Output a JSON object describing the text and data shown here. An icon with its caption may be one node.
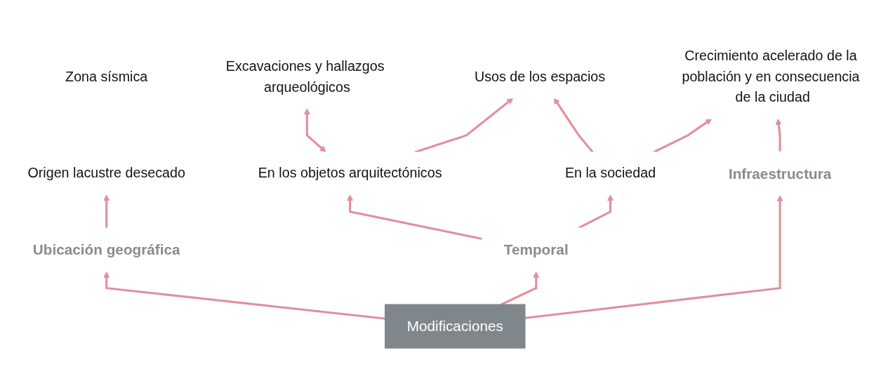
{
  "diagram": {
    "nodes": [
      {
        "text": [
          "Modificaciones"
        ]
      },
      {
        "text": [
          "Ubicación geográfica"
        ]
      },
      {
        "text": [
          "Temporal"
        ]
      },
      {
        "text": [
          "Infraestructura"
        ]
      },
      {
        "text": [
          "Origen lacustre desecado"
        ]
      },
      {
        "text": [
          "Zona sísmica"
        ]
      },
      {
        "text": [
          "Excavaciones y hallazgos arqueológicos"
        ]
      },
      {
        "text": [
          "En los objetos arquitectónicos"
        ]
      },
      {
        "text": [
          "En la sociedad"
        ]
      },
      {
        "text": [
          "Usos de los espacios"
        ]
      },
      {
        "text": [
          "Crecimiento acelerado de la población y en consecuencia de la ciudad"
        ]
      }
    ],
    "edges": [
      {
        "from": 0,
        "to": 1,
        "arrow": "to"
      },
      {
        "from": 0,
        "to": 2,
        "arrow": "to"
      },
      {
        "from": 0,
        "to": 3,
        "arrow": "to"
      },
      {
        "from": 1,
        "to": 4,
        "arrow": "to"
      },
      {
        "from": 2,
        "to": 7,
        "arrow": "to"
      },
      {
        "from": 2,
        "to": 8,
        "arrow": "to"
      },
      {
        "from": 7,
        "to": 6,
        "arrow": "both"
      },
      {
        "from": 7,
        "to": 9,
        "arrow": "to"
      },
      {
        "from": 8,
        "to": 9,
        "arrow": "to"
      },
      {
        "from": 8,
        "to": 10,
        "arrow": "to"
      },
      {
        "from": 3,
        "to": 10,
        "arrow": "to"
      }
    ]
  }
}
